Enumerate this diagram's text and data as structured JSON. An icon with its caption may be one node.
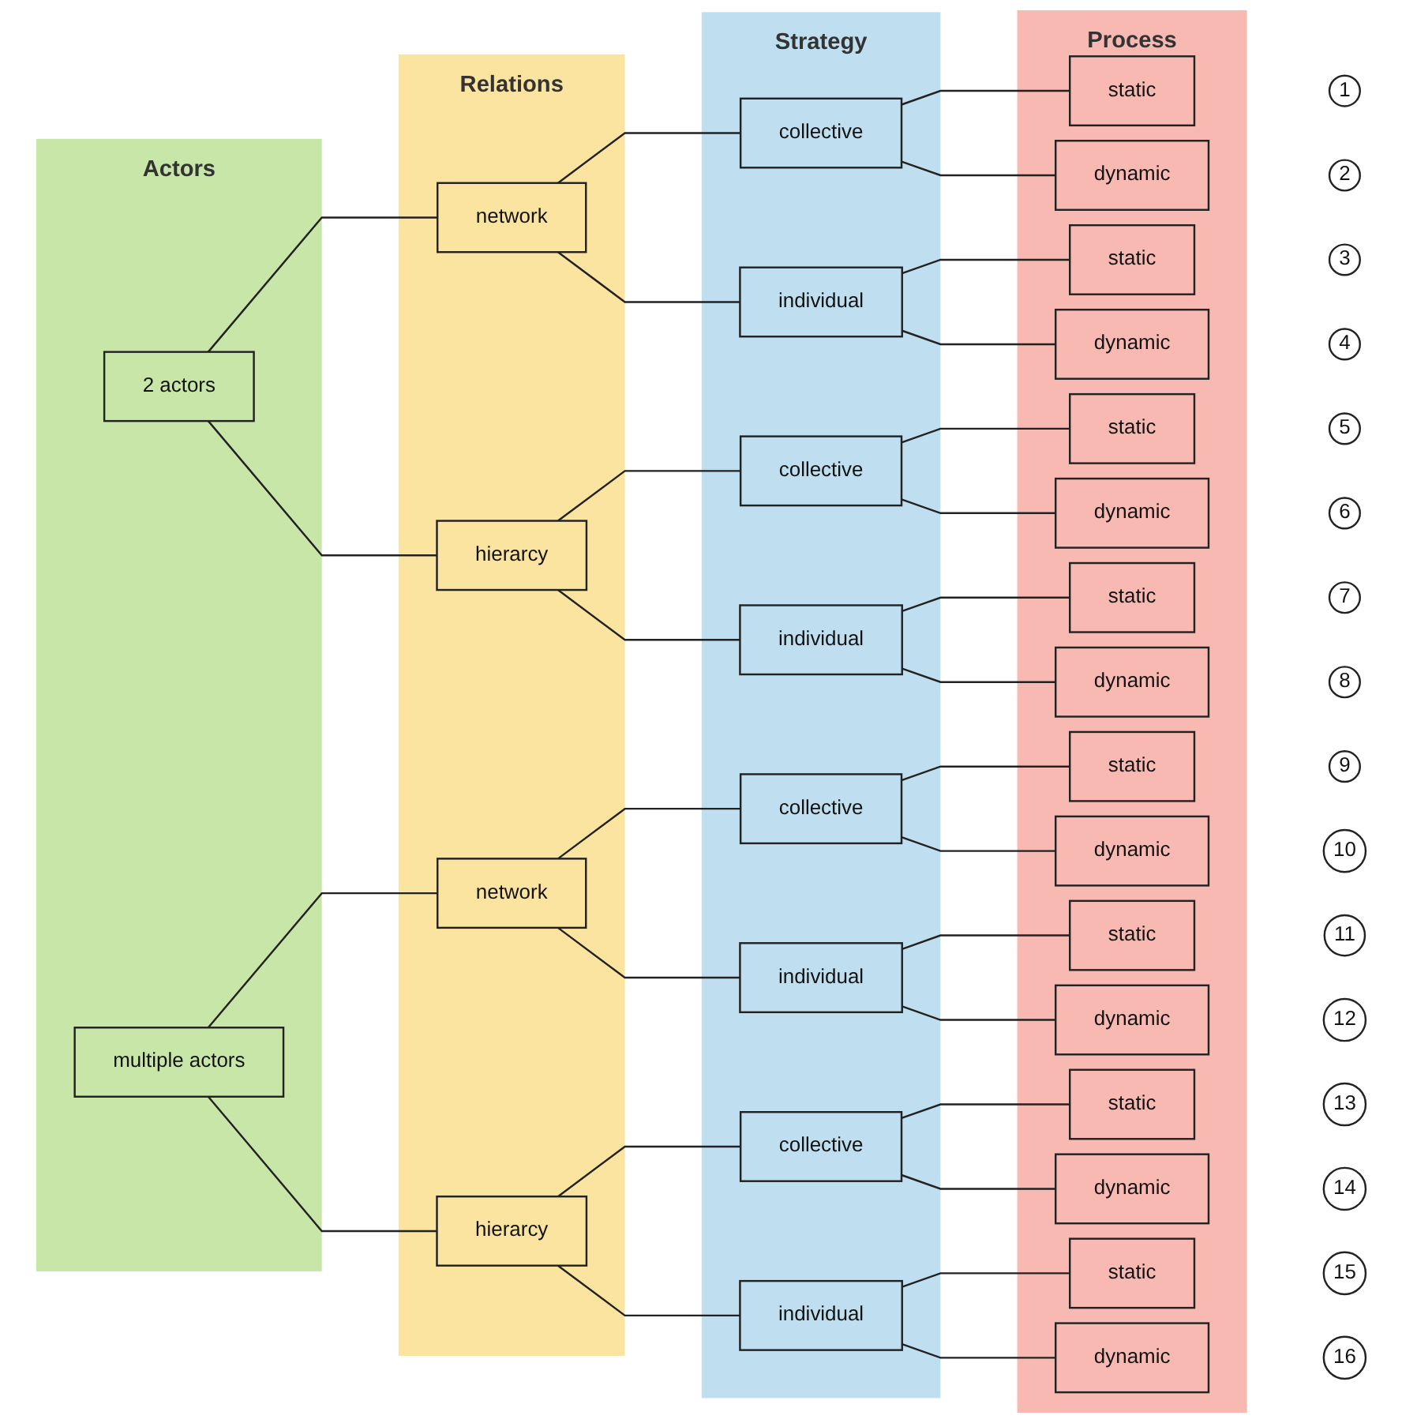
{
  "diagram": {
    "nodes": [
      {
        "text": [
          "Actors"
        ]
      },
      {
        "text": [
          "2 actors"
        ],
        "in": 0
      },
      {
        "text": [
          "multiple actors"
        ],
        "in": 0
      },
      {
        "text": [
          "Relations"
        ]
      },
      {
        "text": [
          "network"
        ],
        "in": 3
      },
      {
        "text": [
          "hierarcy"
        ],
        "in": 3
      },
      {
        "text": [
          "network"
        ],
        "in": 3
      },
      {
        "text": [
          "hierarcy"
        ],
        "in": 3
      },
      {
        "text": [
          "Strategy"
        ]
      },
      {
        "text": [
          "collective"
        ],
        "in": 8
      },
      {
        "text": [
          "individual"
        ],
        "in": 8
      },
      {
        "text": [
          "collective"
        ],
        "in": 8
      },
      {
        "text": [
          "individual"
        ],
        "in": 8
      },
      {
        "text": [
          "collective"
        ],
        "in": 8
      },
      {
        "text": [
          "individual"
        ],
        "in": 8
      },
      {
        "text": [
          "collective"
        ],
        "in": 8
      },
      {
        "text": [
          "individual"
        ],
        "in": 8
      },
      {
        "text": [
          "Process"
        ]
      },
      {
        "text": [
          "static"
        ],
        "in": 17
      },
      {
        "text": [
          "dynamic"
        ],
        "in": 17
      },
      {
        "text": [
          "static"
        ],
        "in": 17
      },
      {
        "text": [
          "dynamic"
        ],
        "in": 17
      },
      {
        "text": [
          "static"
        ],
        "in": 17
      },
      {
        "text": [
          "dynamic"
        ],
        "in": 17
      },
      {
        "text": [
          "static"
        ],
        "in": 17
      },
      {
        "text": [
          "dynamic"
        ],
        "in": 17
      },
      {
        "text": [
          "static"
        ],
        "in": 17
      },
      {
        "text": [
          "dynamic"
        ],
        "in": 17
      },
      {
        "text": [
          "static"
        ],
        "in": 17
      },
      {
        "text": [
          "dynamic"
        ],
        "in": 17
      },
      {
        "text": [
          "static"
        ],
        "in": 17
      },
      {
        "text": [
          "dynamic"
        ],
        "in": 17
      },
      {
        "text": [
          "static"
        ],
        "in": 17
      },
      {
        "text": [
          "dynamic"
        ],
        "in": 17
      },
      {
        "text": [
          "1"
        ]
      },
      {
        "text": [
          "2"
        ]
      },
      {
        "text": [
          "3"
        ]
      },
      {
        "text": [
          "4"
        ]
      },
      {
        "text": [
          "5"
        ]
      },
      {
        "text": [
          "6"
        ]
      },
      {
        "text": [
          "7"
        ]
      },
      {
        "text": [
          "8"
        ]
      },
      {
        "text": [
          "9"
        ]
      },
      {
        "text": [
          "10"
        ]
      },
      {
        "text": [
          "11"
        ]
      },
      {
        "text": [
          "12"
        ]
      },
      {
        "text": [
          "13"
        ]
      },
      {
        "text": [
          "14"
        ]
      },
      {
        "text": [
          "15"
        ]
      },
      {
        "text": [
          "16"
        ]
      }
    ],
    "edges": [
      {
        "from": 1,
        "to": 4,
        "arrow": "none"
      },
      {
        "from": 1,
        "to": 5,
        "arrow": "none"
      },
      {
        "from": 2,
        "to": 6,
        "arrow": "none"
      },
      {
        "from": 2,
        "to": 7,
        "arrow": "none"
      },
      {
        "from": 4,
        "to": 9,
        "arrow": "none"
      },
      {
        "from": 4,
        "to": 10,
        "arrow": "none"
      },
      {
        "from": 5,
        "to": 11,
        "arrow": "none"
      },
      {
        "from": 5,
        "to": 12,
        "arrow": "none"
      },
      {
        "from": 6,
        "to": 13,
        "arrow": "none"
      },
      {
        "from": 6,
        "to": 14,
        "arrow": "none"
      },
      {
        "from": 7,
        "to": 15,
        "arrow": "none"
      },
      {
        "from": 7,
        "to": 16,
        "arrow": "none"
      },
      {
        "from": 9,
        "to": 18,
        "arrow": "none"
      },
      {
        "from": 9,
        "to": 19,
        "arrow": "none"
      },
      {
        "from": 10,
        "to": 20,
        "arrow": "none"
      },
      {
        "from": 10,
        "to": 21,
        "arrow": "none"
      },
      {
        "from": 11,
        "to": 22,
        "arrow": "none"
      },
      {
        "from": 11,
        "to": 23,
        "arrow": "none"
      },
      {
        "from": 12,
        "to": 24,
        "arrow": "none"
      },
      {
        "from": 12,
        "to": 25,
        "arrow": "none"
      },
      {
        "from": 13,
        "to": 26,
        "arrow": "none"
      },
      {
        "from": 13,
        "to": 27,
        "arrow": "none"
      },
      {
        "from": 14,
        "to": 28,
        "arrow": "none"
      },
      {
        "from": 14,
        "to": 29,
        "arrow": "none"
      },
      {
        "from": 15,
        "to": 30,
        "arrow": "none"
      },
      {
        "from": 15,
        "to": 31,
        "arrow": "none"
      },
      {
        "from": 16,
        "to": 32,
        "arrow": "none"
      },
      {
        "from": 16,
        "to": 33,
        "arrow": "none"
      }
    ]
  }
}
